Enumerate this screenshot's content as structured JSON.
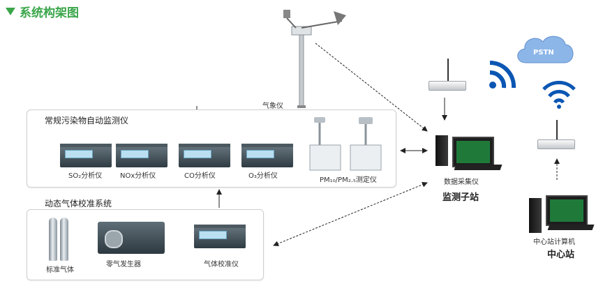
{
  "title": "系统构架图",
  "weather_station": {
    "label": "气象仪"
  },
  "panel_monitor": {
    "title": "常规污染物自动监测仪",
    "analyzers": [
      {
        "label": "SO₂分析仪"
      },
      {
        "label": "NOx分析仪"
      },
      {
        "label": "CO分析仪"
      },
      {
        "label": "O₃分析仪"
      }
    ],
    "pm_label": "PM₁₀/PM₂.₅测定仪"
  },
  "panel_calib": {
    "title": "动态气体校准系统",
    "std_gas": "标准气体",
    "zero_gas": "零气发生器",
    "calibrator": "气体校准仪"
  },
  "substation": {
    "pc_label": "数据采集仪",
    "name": "监测子站"
  },
  "center": {
    "cloud": "PSTN",
    "pc_label": "中心站计算机",
    "name": "中心站"
  },
  "colors": {
    "title_green": "#3aa64a",
    "wifi_blue": "#0b56b3",
    "cloud_blue": "#7aa7e0"
  }
}
